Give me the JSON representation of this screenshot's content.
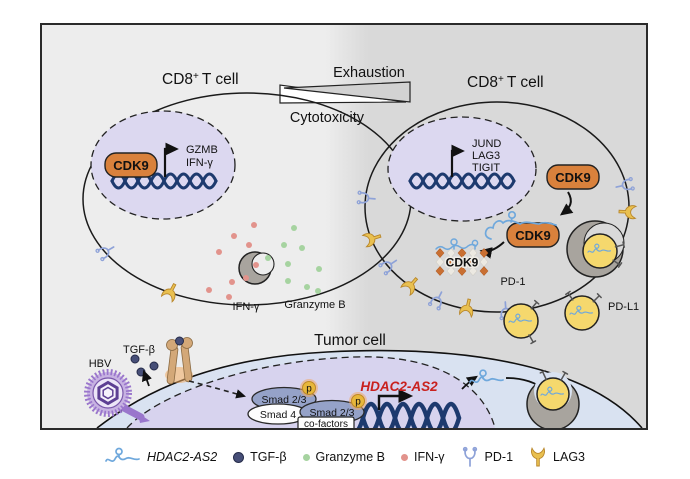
{
  "palette": {
    "bg_left": "#ededed",
    "bg_right": "#d9d9d9",
    "nucleus_lavender": "#dcd8f0",
    "tumor_cytoplasm": "#d9e2f1",
    "tumor_nucleus": "#d7d3ee",
    "cdk9_orange": "#d9813c",
    "dna_navy": "#1d3a6e",
    "rna_blue": "#6fa8dc",
    "exosome_yellow": "#f5d86d",
    "ifn_gamma_red": "#e2938c",
    "granzyme_green": "#a6d3a0",
    "tgfb_navy": "#474f78",
    "hbv_purple": "#9a76cc",
    "pd1_blue": "#8ea2d8",
    "lag3_yellow": "#e9c050",
    "smad_blue": "#95a2c8",
    "phospho_yellow": "#e7b73c",
    "hdac2_red": "#c9211e",
    "crescent_gray": "#a8a49e",
    "receptor_tan": "#d3a878"
  },
  "gradient": {
    "exhaustion_label": "Exhaustion",
    "cytotoxicity_label": "Cytotoxicity"
  },
  "left_cell": {
    "title_base": "CD8",
    "title_sup": "+",
    "title_rest": "T cell",
    "tf_label": "CDK9",
    "targets": [
      "GZMB",
      "IFN-γ"
    ],
    "secreted_ifn": "IFN-γ",
    "secreted_gzmb": "Granzyme B"
  },
  "right_cell": {
    "title_base": "CD8",
    "title_sup": "+",
    "title_rest": "T cell",
    "targets": [
      "JUND",
      "LAG3",
      "TIGIT"
    ],
    "cdk9_free": "CDK9",
    "cdk9_bound": "CDK9",
    "cdk9_degraded": "CDK9",
    "pd1_label": "PD-1"
  },
  "intercellular": {
    "pdl1_label": "PD-L1"
  },
  "tumor_cell": {
    "title": "Tumor cell",
    "hbv_label": "HBV",
    "tgfb_label": "TGF-β",
    "smad23_a": "Smad 2/3",
    "smad23_b": "Smad 2/3",
    "smad4": "Smad 4",
    "cofactors": "co-factors",
    "phospho": "p",
    "gene": "HDAC2-AS2"
  },
  "legend": {
    "items": [
      {
        "icon": "rna-squiggle-icon",
        "label": "HDAC2-AS2"
      },
      {
        "icon": "tgfb-dot-icon",
        "label": "TGF-β"
      },
      {
        "icon": "granzyme-dot-icon",
        "label": "Granzyme B"
      },
      {
        "icon": "ifn-dot-icon",
        "label": "IFN-γ"
      },
      {
        "icon": "pd1-receptor-icon",
        "label": "PD-1"
      },
      {
        "icon": "lag3-receptor-icon",
        "label": "LAG3"
      }
    ]
  }
}
